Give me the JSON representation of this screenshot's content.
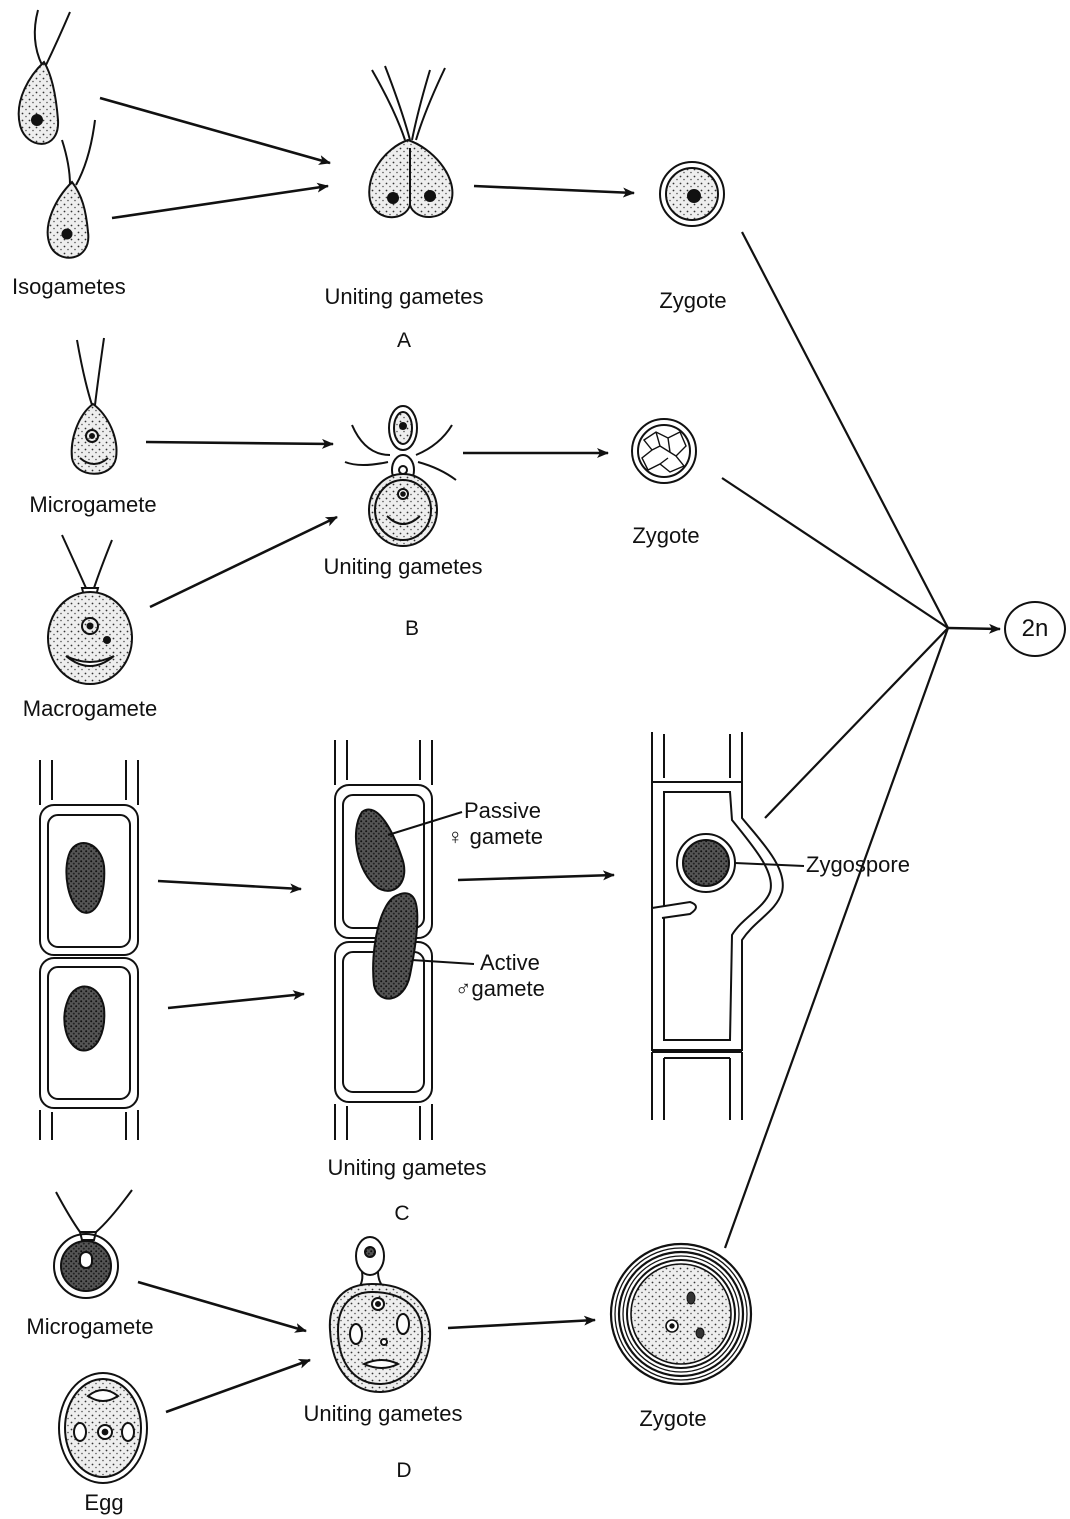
{
  "panel_a": {
    "letter": "A",
    "left_label": "Isogametes",
    "middle_label": "Uniting gametes",
    "right_label": "Zygote"
  },
  "panel_b": {
    "letter": "B",
    "top_left_label": "Microgamete",
    "bottom_left_label": "Macrogamete",
    "middle_label": "Uniting gametes",
    "right_label": "Zygote"
  },
  "panel_c": {
    "letter": "C",
    "middle_label": "Uniting gametes",
    "passive_label_line1": "Passive",
    "passive_label_line2": "♀ gamete",
    "active_label_line1": "Active",
    "active_label_line2": "♂gamete",
    "zygospore_label": "Zygospore"
  },
  "panel_d": {
    "letter": "D",
    "top_left_label": "Microgamete",
    "bottom_left_label": "Egg",
    "middle_label": "Uniting gametes",
    "right_label": "Zygote"
  },
  "result": {
    "label": "2n"
  }
}
